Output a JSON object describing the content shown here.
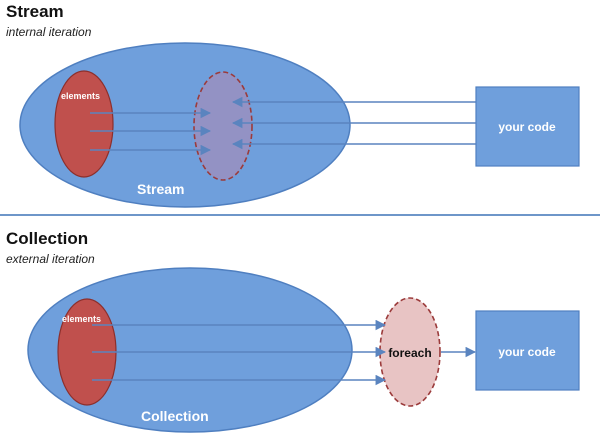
{
  "stream_panel": {
    "title": "Stream",
    "subtitle": "internal iteration",
    "outer_label": "Stream",
    "elements_label": "elements",
    "code_label": "your code"
  },
  "collection_panel": {
    "title": "Collection",
    "subtitle": "external iteration",
    "outer_label": "Collection",
    "elements_label": "elements",
    "foreach_label": "foreach",
    "code_label": "your code"
  },
  "colors": {
    "outer_ellipse": "#6f9fdc",
    "outer_ellipse_stroke": "#4f7fc0",
    "elements_ellipse": "#c0504d",
    "elements_stroke": "#8c2f2c",
    "dashed_stream": "#9a8fbf",
    "dashed_collection": "#e8c4c4",
    "dashed_stroke": "#9b3b3b",
    "code_box": "#6f9fdc",
    "arrow": "#5a84bf",
    "divider": "#6e96c9"
  }
}
